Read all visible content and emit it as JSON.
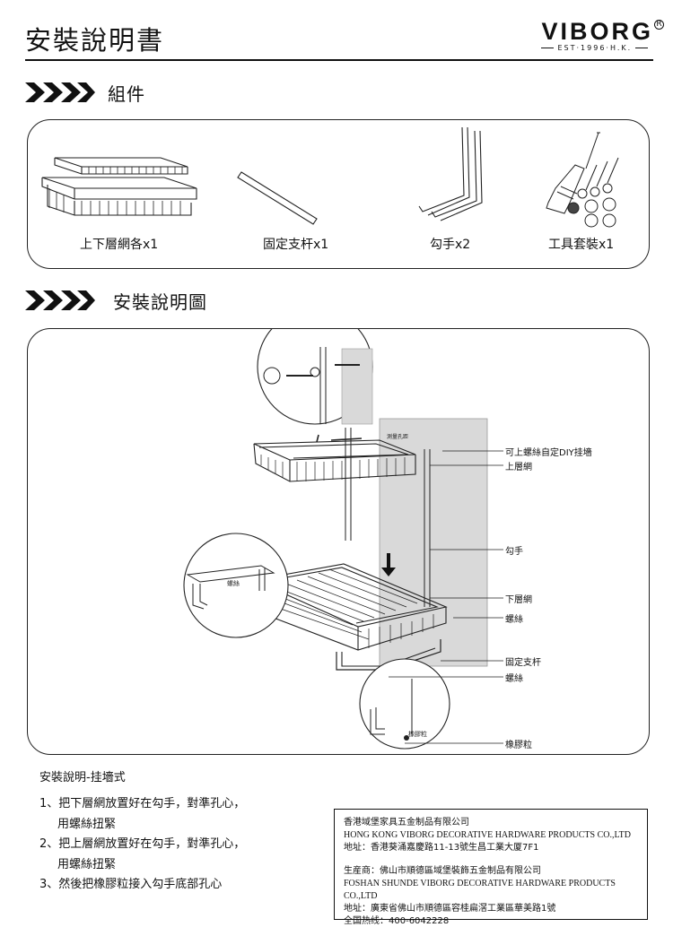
{
  "header": {
    "title": "安裝說明書",
    "brand_name": "VIBORG",
    "brand_reg": "R",
    "brand_est": "EST·1996·H.K."
  },
  "sections": {
    "components_title": "組件",
    "install_title": "安裝說明圖"
  },
  "components": [
    {
      "label": "上下層網各x1",
      "icon": "basket-icon"
    },
    {
      "label": "固定支杆x1",
      "icon": "rod-icon"
    },
    {
      "label": "勾手x2",
      "icon": "hook-icon"
    },
    {
      "label": "工具套裝x1",
      "icon": "toolkit-icon"
    }
  ],
  "diagram": {
    "callouts": {
      "diy": "可上螺絲自定DIY挂墻",
      "upper": "上層網",
      "hook": "勾手",
      "lower": "下層網",
      "screw1": "螺絲",
      "rod": "固定支杆",
      "screw2": "螺絲",
      "rubber": "橡膠粒",
      "inset_screw": "螺絲",
      "inset_rubber": "橡膠粒",
      "drill": "測量孔距"
    }
  },
  "instructions": {
    "title": "安裝說明-挂墻式",
    "steps": [
      "1、把下層網放置好在勾手，對準孔心，",
      "    用螺絲扭緊",
      "2、把上層網放置好在勾手，對準孔心，",
      "    用螺絲扭緊",
      "3、然後把橡膠粒接入勾手底部孔心"
    ]
  },
  "company": {
    "hk_name": "香港域堡家具五金制品有限公司",
    "hk_name_en": "HONG KONG VIBORG DECORATIVE HARDWARE PRODUCTS CO.,LTD",
    "hk_address": "地址：香港葵涌嘉慶路11-13號生昌工業大厦7F1",
    "fs_name": "生産商：佛山市順德區域堡裝飾五金制品有限公司",
    "fs_name_en": "FOSHAN SHUNDE VIBORG DECORATIVE HARDWARE PRODUCTS CO.,LTD",
    "fs_address": "地址：廣東省佛山市順德區容桂扁滘工業區華美路1號",
    "hotline": "全国热线：400-6042228"
  }
}
